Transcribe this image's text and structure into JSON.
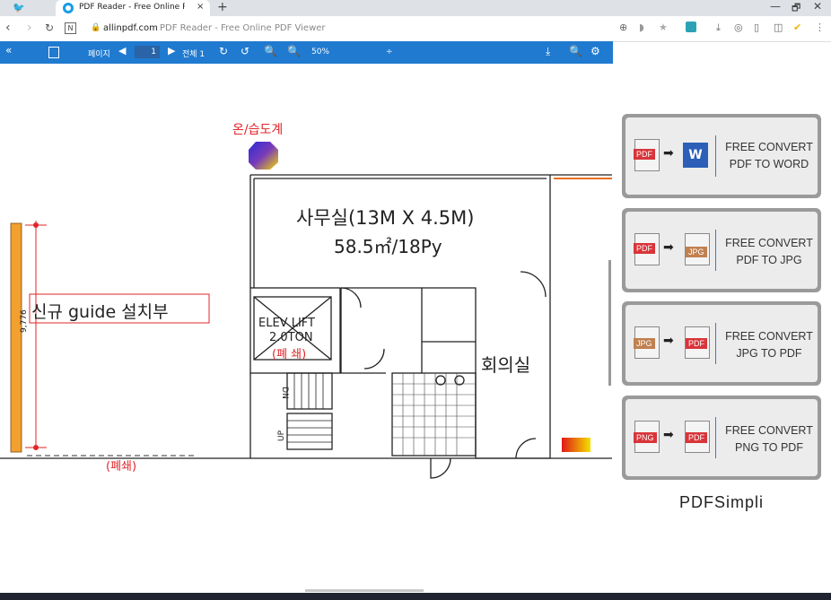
{
  "browser": {
    "tab_title": "PDF Reader - Free Online PDF",
    "tab_close": "×",
    "new_tab": "+",
    "url_host": "allinpdf.com",
    "url_rest": "PDF Reader - Free Online PDF Viewer",
    "window_min": "—",
    "window_restore": "🗗",
    "window_close": "✕"
  },
  "toolbar": {
    "collapse": "«",
    "page_label": "페이지",
    "page_value": "1",
    "total_label": "전체 1",
    "zoom": "50%",
    "zoom_dropdown": "÷"
  },
  "drawing": {
    "hygrometer": "온/습도계",
    "office": "사무실(13M X 4.5M)",
    "office_area": "58.5㎡/18Py",
    "new_guide": "신규 guide 설치부",
    "dimension": "9,776",
    "elevator": "ELEV LIFT",
    "elevator_capacity": "2.0TON",
    "closed_1": "(폐 쇄)",
    "closed_2": "(폐쇄)",
    "meeting_room": "회의실",
    "dn": "DN",
    "up": "UP"
  },
  "ads": [
    {
      "from": "PDF",
      "to_icon": "W",
      "line1": "FREE CONVERT",
      "line2": "PDF TO WORD"
    },
    {
      "from": "PDF",
      "to_icon": "JPG",
      "line1": "FREE CONVERT",
      "line2": "PDF TO JPG"
    },
    {
      "from": "JPG",
      "to_icon": "PDF",
      "line1": "FREE CONVERT",
      "line2": "JPG TO PDF"
    },
    {
      "from": "PNG",
      "to_icon": "PDF",
      "line1": "FREE CONVERT",
      "line2": "PNG TO PDF"
    }
  ],
  "ad_brand": "PDFSimpli",
  "colors": {
    "toolbar": "#1f7ad0",
    "annotation_red": "#e0262a",
    "ad_blue": "#2a7fd0"
  }
}
